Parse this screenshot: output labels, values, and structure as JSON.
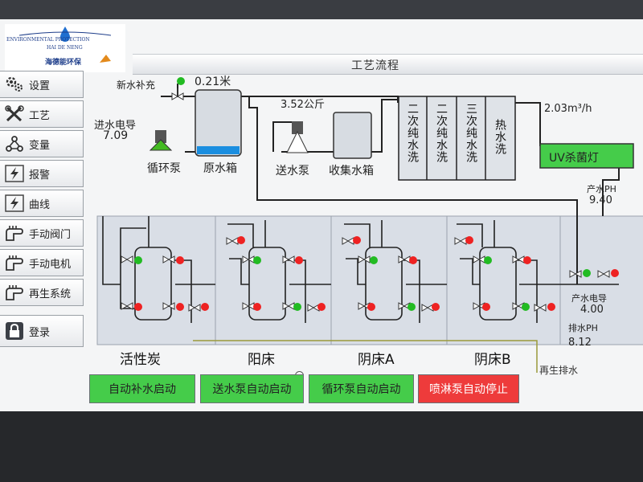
{
  "header": {
    "logo_line1": "ENVIRONMENTAL PROTECTION",
    "logo_line2": "HAI DE NENG",
    "logo_line3": "海德能环保",
    "page_title": "工艺流程"
  },
  "sidebar": {
    "items": [
      {
        "label": "设置",
        "icon": "gear-icon"
      },
      {
        "label": "工艺",
        "icon": "tools-icon"
      },
      {
        "label": "变量",
        "icon": "variables-icon"
      },
      {
        "label": "报警",
        "icon": "alarm-icon"
      },
      {
        "label": "曲线",
        "icon": "curve-icon"
      },
      {
        "label": "手动阀门",
        "icon": "hand-valve-icon"
      },
      {
        "label": "手动电机",
        "icon": "hand-motor-icon"
      },
      {
        "label": "再生系统",
        "icon": "hand-regen-icon"
      },
      {
        "label": "登录",
        "icon": "lock-icon"
      }
    ]
  },
  "process": {
    "fresh_water_label": "新水补充",
    "raw_tank_level": "0.21米",
    "collect_tank_weight": "3.52公斤",
    "inlet_cond_label": "进水电导",
    "inlet_cond_value": "7.09",
    "circ_pump_label": "循环泵",
    "raw_tank_label": "原水箱",
    "feed_pump_label": "送水泵",
    "collect_tank_label": "收集水箱",
    "wash_tanks": [
      "二次纯水洗",
      "二次纯水洗",
      "三次纯水洗",
      "热水洗"
    ],
    "flow_value": "2.03m³/h",
    "uv_label": "UV杀菌灯",
    "out_ph_label": "产水PH",
    "out_ph_value": "9.40",
    "out_cond_label": "产水电导",
    "out_cond_value": "4.00",
    "drain_ph_label": "排水PH",
    "drain_ph_value": "8.12",
    "regen_drain_label": "再生排水",
    "beds": [
      "活性炭",
      "阳床",
      "阴床A",
      "阴床B"
    ]
  },
  "colors": {
    "pipe": "#222222",
    "valve_on": "#22bb22",
    "valve_off": "#ee2222",
    "panel_bg": "#d9dee6",
    "tank_water": "#1a8ee0",
    "button_on": "#45cc4a",
    "button_off": "#ee3b3b"
  },
  "buttons": [
    {
      "label": "自动补水启动",
      "state": "on"
    },
    {
      "label": "送水泵自动启动",
      "state": "on"
    },
    {
      "label": "循环泵自动启动",
      "state": "on"
    },
    {
      "label": "喷淋泵自动停止",
      "state": "off"
    }
  ]
}
